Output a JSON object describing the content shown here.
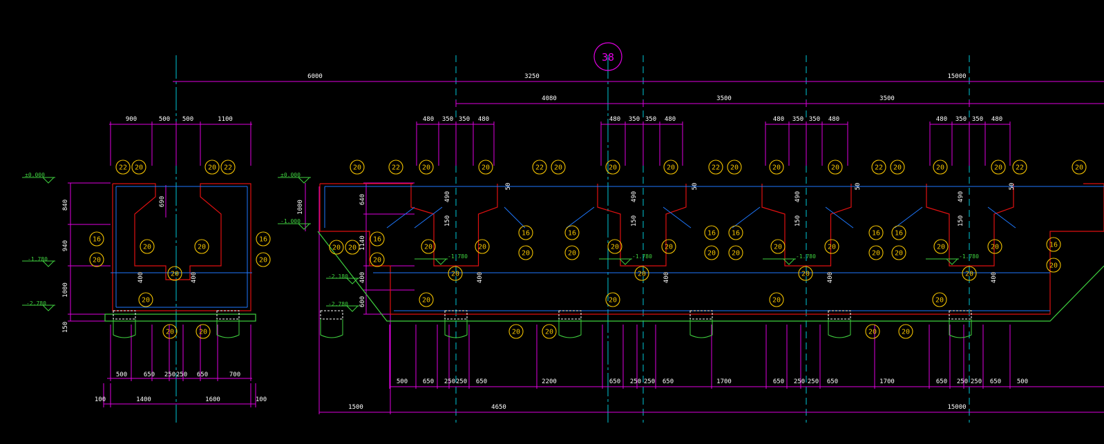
{
  "colors": {
    "background": "#000000",
    "dimension": "#e000e0",
    "axis": "#00c8d8",
    "outline": "#e01010",
    "rebar": "#1e78ff",
    "callout": "#f2c200",
    "level": "#3fd23f",
    "white": "#ffffff"
  },
  "grid_bubble": {
    "label": "38"
  },
  "dimensions": {
    "top_row1": [
      "6000",
      "3250",
      "15000"
    ],
    "top_row2": [
      "4080",
      "3500",
      "3500"
    ],
    "left_top": [
      "900",
      "500",
      "500",
      "1100"
    ],
    "main_top": [
      "480",
      "350",
      "350",
      "480"
    ],
    "left_vertical": [
      "840",
      "690",
      "940",
      "1000",
      "150"
    ],
    "main_vertical": [
      "1000",
      "640",
      "1140",
      "400",
      "600"
    ],
    "web_vertical": [
      "490",
      "150",
      "400",
      "50"
    ],
    "left_bottom_row1": [
      "500",
      "650",
      "250",
      "250",
      "650",
      "700"
    ],
    "left_bottom_row2": [
      "100",
      "1400",
      "1600",
      "100"
    ],
    "main_bottom_row1": [
      "500",
      "650",
      "250",
      "250",
      "650",
      "2200",
      "650",
      "250",
      "250",
      "650",
      "1700",
      "650",
      "250",
      "250",
      "650",
      "1700",
      "650",
      "250",
      "250",
      "650",
      "500"
    ],
    "main_bottom_row2": [
      "1500",
      "4650",
      "15000"
    ]
  },
  "levels": {
    "left": [
      "±0.000",
      "-1.780",
      "-2.780"
    ],
    "main": [
      "±0.000",
      "-1.000",
      "-2.180",
      "-2.780",
      "-1.780"
    ]
  },
  "callouts": {
    "a": "16",
    "b": "20",
    "c": "22"
  }
}
